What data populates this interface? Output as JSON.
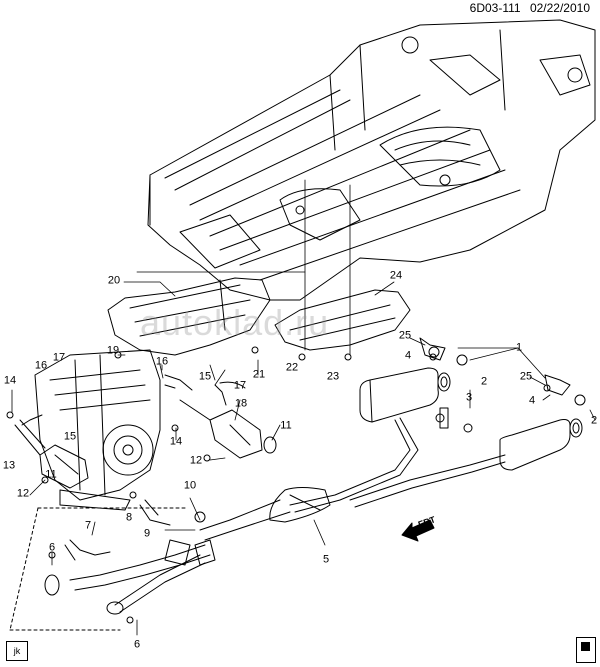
{
  "header": {
    "code": "6D03-111",
    "date": "02/22/2010"
  },
  "watermark": "autoklad.ru",
  "direction_label": "FRT",
  "corner_label": "jk",
  "callouts": [
    {
      "id": "c1",
      "label": "1"
    },
    {
      "id": "c2a",
      "label": "2"
    },
    {
      "id": "c2b",
      "label": "2"
    },
    {
      "id": "c3",
      "label": "3"
    },
    {
      "id": "c4a",
      "label": "4"
    },
    {
      "id": "c4b",
      "label": "4"
    },
    {
      "id": "c5",
      "label": "5"
    },
    {
      "id": "c6a",
      "label": "6"
    },
    {
      "id": "c6b",
      "label": "6"
    },
    {
      "id": "c7",
      "label": "7"
    },
    {
      "id": "c8",
      "label": "8"
    },
    {
      "id": "c9",
      "label": "9"
    },
    {
      "id": "c10",
      "label": "10"
    },
    {
      "id": "c11a",
      "label": "11"
    },
    {
      "id": "c11b",
      "label": "11"
    },
    {
      "id": "c12a",
      "label": "12"
    },
    {
      "id": "c12b",
      "label": "12"
    },
    {
      "id": "c13",
      "label": "13"
    },
    {
      "id": "c14a",
      "label": "14"
    },
    {
      "id": "c14b",
      "label": "14"
    },
    {
      "id": "c15a",
      "label": "15"
    },
    {
      "id": "c15b",
      "label": "15"
    },
    {
      "id": "c16a",
      "label": "16"
    },
    {
      "id": "c16b",
      "label": "16"
    },
    {
      "id": "c17a",
      "label": "17"
    },
    {
      "id": "c17b",
      "label": "17"
    },
    {
      "id": "c18",
      "label": "18"
    },
    {
      "id": "c19",
      "label": "19"
    },
    {
      "id": "c20",
      "label": "20"
    },
    {
      "id": "c21",
      "label": "21"
    },
    {
      "id": "c22",
      "label": "22"
    },
    {
      "id": "c23",
      "label": "23"
    },
    {
      "id": "c24",
      "label": "24"
    },
    {
      "id": "c25a",
      "label": "25"
    },
    {
      "id": "c25b",
      "label": "25"
    }
  ]
}
